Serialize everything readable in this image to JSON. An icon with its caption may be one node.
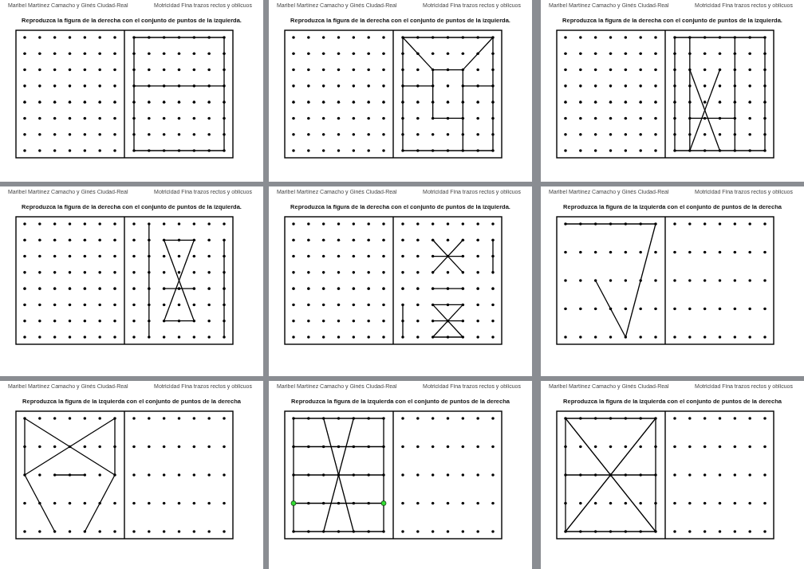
{
  "diagram": {
    "labels": [
      "Maribel Martínez Camacho y Ginés Ciudad-Real",
      "Motricidad Fina trazos rectos y oblicuos",
      "Reproduzca la figura de la derecha con el conjunto de puntos de la izquierda.",
      "Maribel Martínez Camacho y Ginés Ciudad-Real",
      "Motricidad Fina trazos rectos y oblicuos",
      "Reproduzca la figura de la derecha con el conjunto de puntos de la izquierda.",
      "Maribel Martínez Camacho y Ginés Ciudad-Real",
      "Motricidad Fina trazos rectos y oblicuos",
      "Reproduzca la figura de la derecha con el conjunto de puntos de la izquierda.",
      "Maribel Martínez Camacho y Ginés Ciudad-Real",
      "Motricidad Fina trazos rectos y oblicuos",
      "Reproduzca la figura de la derecha con el conjunto de puntos de la izquierda.",
      "Maribel Martínez Camacho y Ginés Ciudad-Real",
      "Motricidad Fina trazos rectos y oblicuos",
      "Reproduzca la figura de la derecha con el conjunto de puntos de la izquierda.",
      "Maribel Martínez Camacho y Ginés Ciudad-Real",
      "Motricidad Fina trazos rectos y oblicuos",
      "Reproduzca la figura de la izquierda con el conjunto de puntos de la derecha",
      "Maribel Martínez Camacho y Ginés Ciudad-Real",
      "Motricidad Fina trazos rectos y oblicuos",
      "Reproduzca la figura de la izquierda con el conjunto de puntos de la derecha",
      "Maribel Martínez Camacho y Ginés Ciudad-Real",
      "Motricidad Fina trazos rectos y oblicuos",
      "Reproduzca la figura de la izquierda con el conjunto de puntos de la derecha",
      "Maribel Martínez Camacho y Ginés Ciudad-Real",
      "Motricidad Fina trazos rectos y oblicuos",
      "Reproduzca la figura de la izquierda con el conjunto de puntos de la derecha"
    ]
  }
}
